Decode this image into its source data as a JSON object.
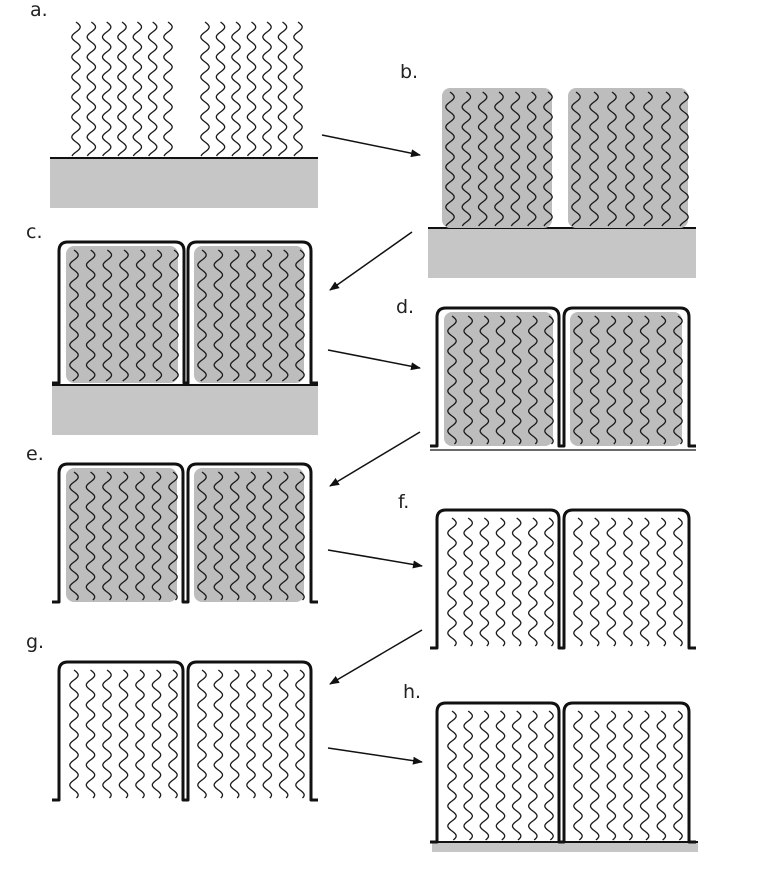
{
  "colors": {
    "background": "#ffffff",
    "substrate": "#c6c6c6",
    "fill": "#bdbdbd",
    "line": "#111111"
  },
  "panels": [
    {
      "label": "a.",
      "substrate": true,
      "fill": false,
      "wall": false,
      "film": false
    },
    {
      "label": "b.",
      "substrate": true,
      "fill": true,
      "wall": false,
      "film": false
    },
    {
      "label": "c.",
      "substrate": true,
      "fill": true,
      "wall": true,
      "film": false
    },
    {
      "label": "d.",
      "substrate": false,
      "fill": true,
      "wall": true,
      "film": true
    },
    {
      "label": "e.",
      "substrate": false,
      "fill": true,
      "wall": true,
      "film": false
    },
    {
      "label": "f.",
      "substrate": false,
      "fill": false,
      "wall": true,
      "film": false
    },
    {
      "label": "g.",
      "substrate": false,
      "fill": false,
      "wall": true,
      "film": false
    },
    {
      "label": "h.",
      "substrate": true,
      "fill": false,
      "wall": true,
      "film": false
    }
  ]
}
